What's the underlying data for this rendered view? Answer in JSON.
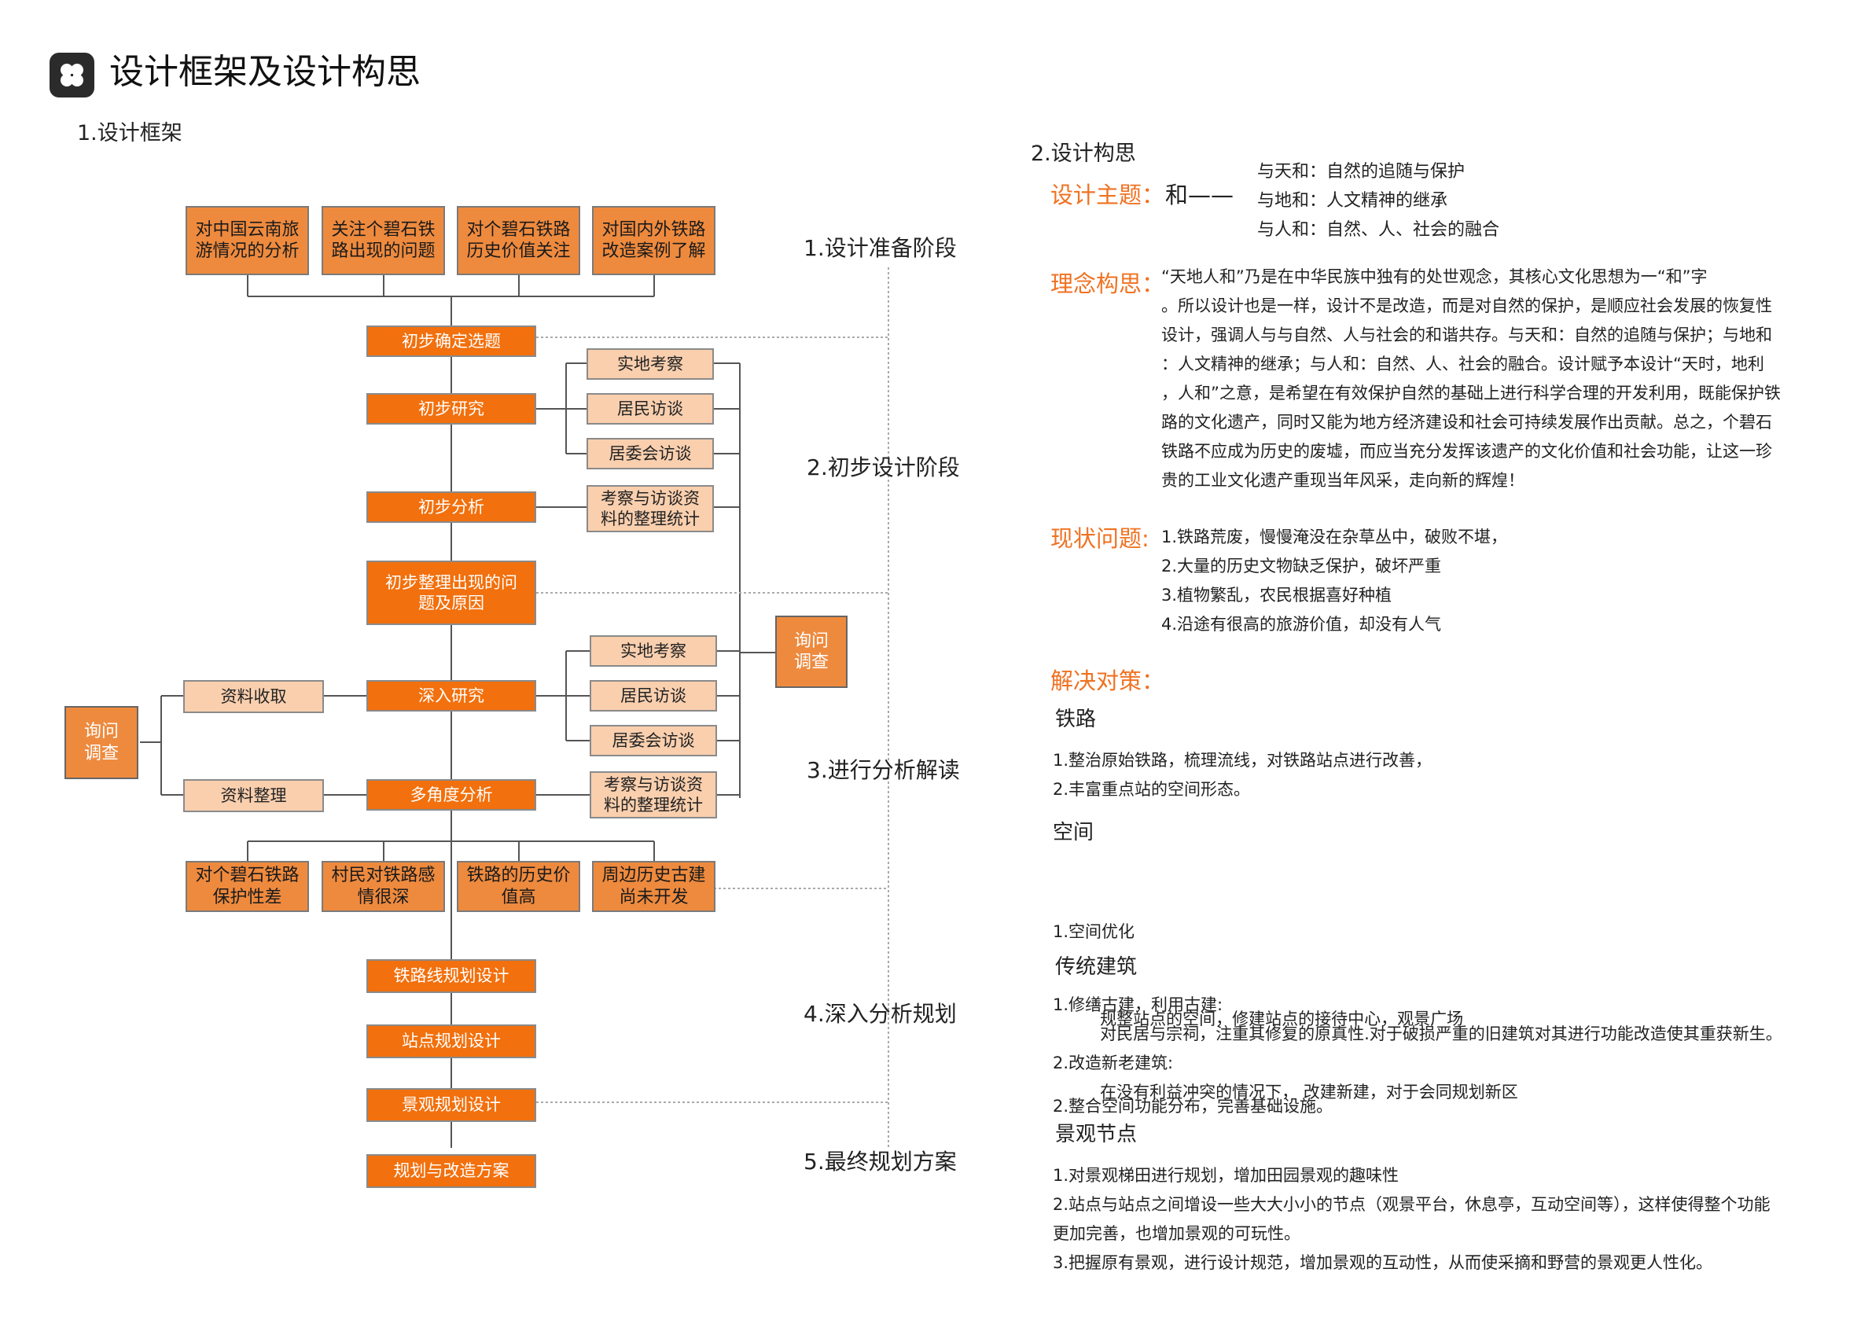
{
  "header": {
    "title": "设计框架及设计构思"
  },
  "framework": {
    "section_title": "1.设计框架",
    "top_boxes": [
      "对中国云南旅游情况的分析",
      "关注个碧石铁路出现的问题",
      "对个碧石铁路历史价值关注",
      "对国内外铁路改造案例了解"
    ],
    "main_steps": {
      "s1": "初步确定选题",
      "s2": "初步研究",
      "s3": "初步分析",
      "s4": "初步整理出现的问题及原因",
      "s5": "深入研究",
      "s6": "多角度分析",
      "s7": "铁路线规划设计",
      "s8": "站点规划设计",
      "s9": "景观规划设计",
      "s10": "规划与改造方案"
    },
    "upper_branches": [
      "实地考察",
      "居民访谈",
      "居委会访谈"
    ],
    "upper_stats": "考察与访谈资料的整理统计",
    "lower_branches": [
      "实地考察",
      "居民访谈",
      "居委会访谈"
    ],
    "lower_stats": "考察与访谈资料的整理统计",
    "left_items": [
      "资料收取",
      "资料整理"
    ],
    "inquiry_left": "询问调查",
    "inquiry_right": "询问调查",
    "finding_boxes": [
      "对个碧石铁路保护性差",
      "村民对铁路感情很深",
      "铁路的历史价值高",
      "周边历史古建尚未开发"
    ],
    "phases": [
      "1.设计准备阶段",
      "2.初步设计阶段",
      "3.进行分析解读",
      "4.深入分析规划",
      "5.最终规划方案"
    ]
  },
  "concept": {
    "section_title": "2.设计构思",
    "theme_label": "设计主题：",
    "theme_word": "和——",
    "theme_items": [
      "与天和：自然的追随与保护",
      "与地和：人文精神的继承",
      "与人和：自然、人、社会的融合"
    ],
    "idea_label": "理念构思：",
    "idea_lines": [
      "    “天地人和”乃是在中华民族中独有的处世观念，其核心文化思想为一“和”字",
      "。所以设计也是一样，设计不是改造，而是对自然的保护，是顺应社会发展的恢复性",
      "设计，强调人与与自然、人与社会的和谐共存。与天和：自然的追随与保护；与地和",
      "：人文精神的继承；与人和：自然、人、社会的融合。设计赋予本设计“天时，地利",
      "，人和”之意，是希望在有效保护自然的基础上进行科学合理的开发利用，既能保护铁",
      "路的文化遗产，同时又能为地方经济建设和社会可持续发展作出贡献。总之，个碧石",
      "铁路不应成为历史的废墟，而应当充分发挥该遗产的文化价值和社会功能，让这一珍",
      "贵的工业文化遗产重现当年风采，走向新的辉煌！"
    ],
    "issue_label": "现状问题:",
    "issue_items": [
      "1.铁路荒废，慢慢淹没在杂草丛中，破败不堪，",
      "2.大量的历史文物缺乏保护，破坏严重",
      "3.植物繁乱，农民根据喜好种植",
      "4.沿途有很高的旅游价值，却没有人气"
    ],
    "solution_label": "解决对策：",
    "solutions": [
      {
        "title": "铁路",
        "lines": [
          "1.整治原始铁路，梳理流线，对铁路站点进行改善，",
          "2.丰富重点站的空间形态。"
        ]
      },
      {
        "title": "空间",
        "lines": [
          "1.空间优化",
          "         规整站点的空间，修建站点的接待中心，观景广场",
          "2.整合空间功能分布，完善基础设施。"
        ]
      },
      {
        "title": "传统建筑",
        "lines": [
          "1.修缮古建，利用古建:",
          "         对民居与宗祠，注重其修复的原真性.对于破损严重的旧建筑对其进行功能改造使其重获新生。",
          "2.改造新老建筑:",
          "         在没有利益冲突的情况下， 改建新建，对于会同规划新区"
        ]
      },
      {
        "title": "景观节点",
        "lines": [
          "1.对景观梯田进行规划，增加田园景观的趣味性",
          "2.站点与站点之间增设一些大大小小的节点（观景平台，休息亭，互动空间等），这样使得整个功能",
          "更加完善，也增加景观的可玩性。",
          "3.把握原有景观，进行设计规范，增加景观的互动性，从而使采摘和野营的景观更人性化。"
        ]
      }
    ]
  },
  "icons": {
    "header": "clover-icon"
  },
  "colors": {
    "main": "#f2700d",
    "secondary": "#ee8a3e",
    "light": "#f9cfae",
    "accent_text": "#f07222"
  }
}
